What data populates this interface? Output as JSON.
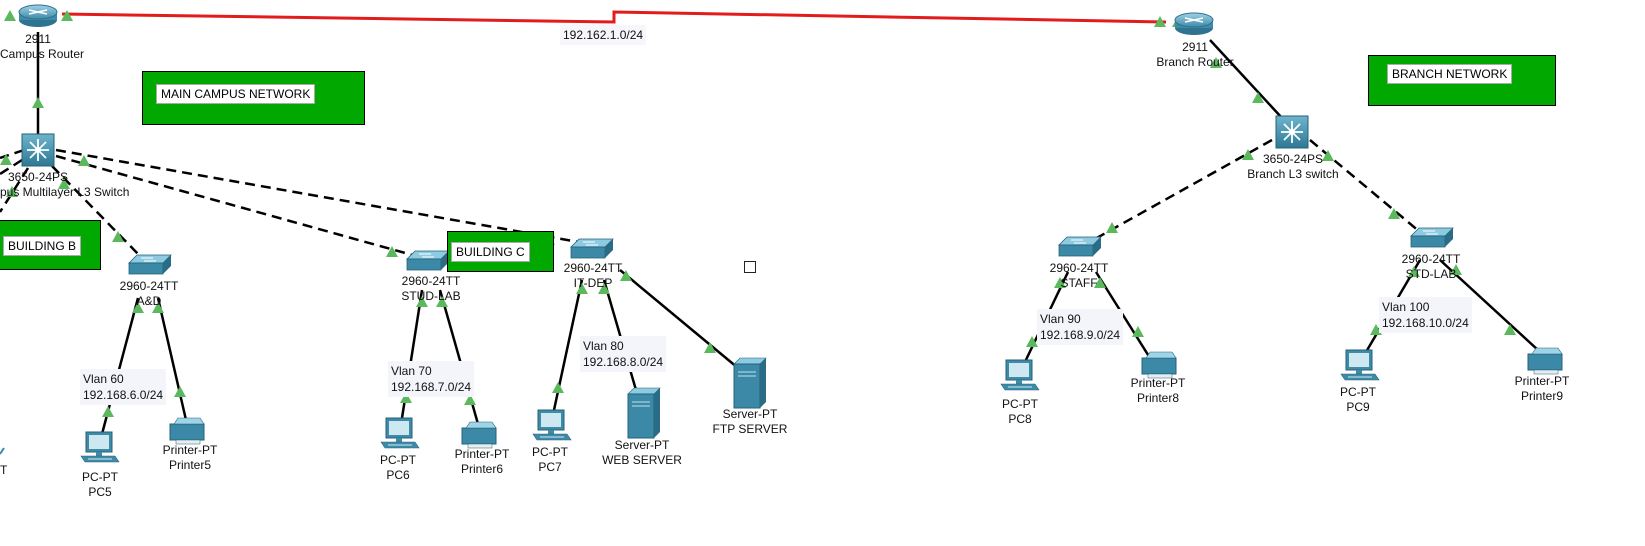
{
  "wan_link_label": "192.162.1.0/24",
  "area_notes": {
    "main_campus": "MAIN CAMPUS NETWORK",
    "branch": "BRANCH NETWORK",
    "building_b": "BUILDING B",
    "building_c": "BUILDING C"
  },
  "devices": {
    "main_router": {
      "model": "2911",
      "name": "n Campus Router"
    },
    "main_switch": {
      "model": "3650-24PS",
      "name": "pus Multilayer L3 Switch"
    },
    "ad_switch": {
      "model": "2960-24TT",
      "name": "A&D"
    },
    "studlab_switch": {
      "model": "2960-24TT",
      "name": "STUD-LAB"
    },
    "itdep_switch": {
      "model": "2960-24TT",
      "name": "IT-DEP"
    },
    "pc5": {
      "model": "PC-PT",
      "name": "PC5"
    },
    "printer5": {
      "model": "Printer-PT",
      "name": "Printer5"
    },
    "pc6": {
      "model": "PC-PT",
      "name": "PC6"
    },
    "printer6": {
      "model": "Printer-PT",
      "name": "Printer6"
    },
    "pc7": {
      "model": "PC-PT",
      "name": "PC7"
    },
    "web_server": {
      "model": "Server-PT",
      "name": "WEB SERVER"
    },
    "ftp_server": {
      "model": "Server-PT",
      "name": "FTP SERVER"
    },
    "branch_router": {
      "model": "2911",
      "name": "Branch Router"
    },
    "branch_switch": {
      "model": "3650-24PS",
      "name": "Branch L3 switch"
    },
    "staff_switch": {
      "model": "2960-24TT",
      "name": "STAFF"
    },
    "stdlab_switch": {
      "model": "2960-24TT",
      "name": "STD-LAB"
    },
    "pc8": {
      "model": "PC-PT",
      "name": "PC8"
    },
    "printer8": {
      "model": "Printer-PT",
      "name": "Printer8"
    },
    "pc9": {
      "model": "PC-PT",
      "name": "PC9"
    },
    "printer9": {
      "model": "Printer-PT",
      "name": "Printer9"
    },
    "offscreen_pc_fragment": {
      "text": "T"
    }
  },
  "vlan_notes": {
    "vlan60": {
      "vlan": "Vlan 60",
      "subnet": "192.168.6.0/24"
    },
    "vlan70": {
      "vlan": "Vlan 70",
      "subnet": "192.168.7.0/24"
    },
    "vlan80": {
      "vlan": "Vlan 80",
      "subnet": "192.168.8.0/24"
    },
    "vlan90": {
      "vlan": "Vlan 90",
      "subnet": "192.168.9.0/24"
    },
    "vlan100": {
      "vlan": "Vlan 100",
      "subnet": "192.168.10.0/24"
    }
  },
  "colors": {
    "wan_link": "#e31b1b",
    "link": "#000000",
    "link_up_indicator": "#5cb85c",
    "area_fill": "#00a800",
    "device": "#3d8ea6"
  }
}
